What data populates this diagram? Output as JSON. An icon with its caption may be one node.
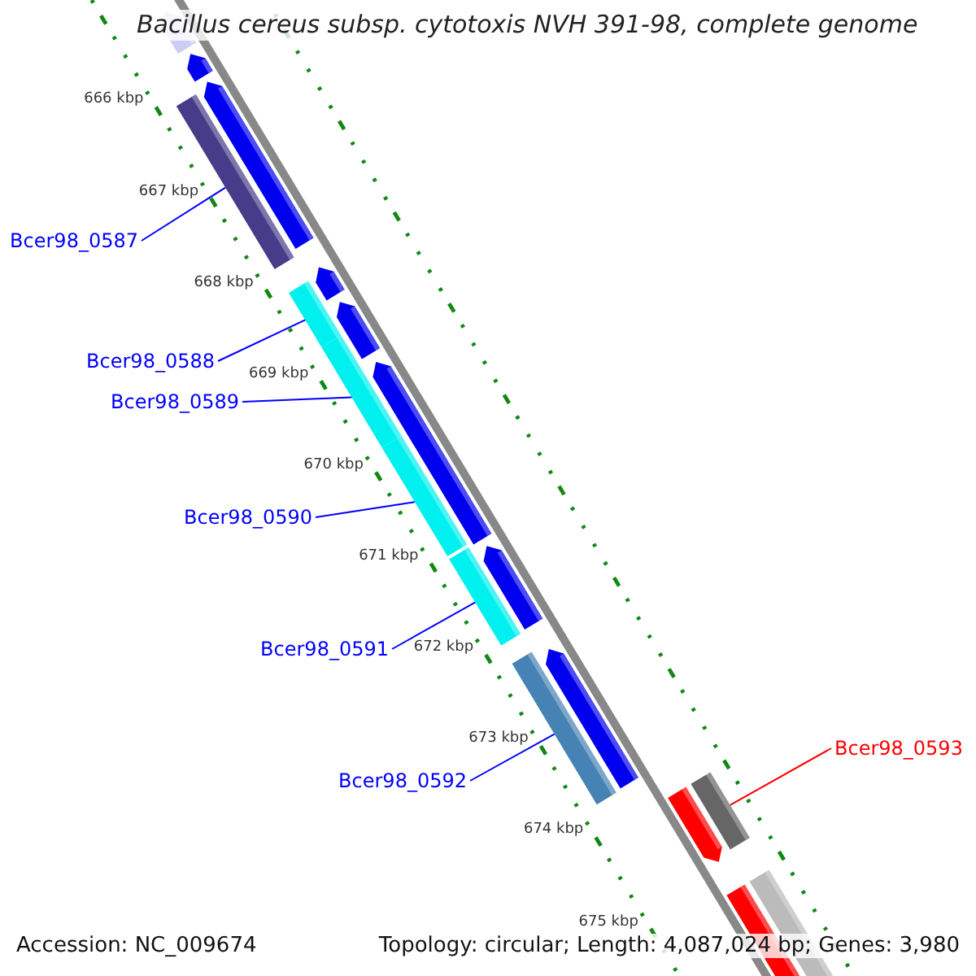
{
  "diagram": {
    "title": "Bacillus cereus subsp. cytotoxis NVH 391-98, complete genome",
    "nodes": [
      {
        "text": [
          "Bcer98_0587"
        ]
      },
      {
        "text": [
          "Bcer98_0588"
        ]
      },
      {
        "text": [
          "Bcer98_0589"
        ]
      },
      {
        "text": [
          "Bcer98_0590"
        ]
      },
      {
        "text": [
          "Bcer98_0591"
        ]
      },
      {
        "text": [
          "Bcer98_0592"
        ]
      },
      {
        "text": [
          "Bcer98_0593"
        ]
      },
      {
        "text": [],
        "shape": "bar"
      },
      {
        "text": [],
        "shape": "bar"
      },
      {
        "text": [],
        "shape": "bar"
      },
      {
        "text": [],
        "shape": "bar"
      },
      {
        "text": [],
        "shape": "bar"
      },
      {
        "text": [],
        "shape": "bar"
      },
      {
        "text": [],
        "shape": "bar"
      }
    ],
    "edges": [
      {
        "from": 0,
        "to": 7,
        "arrow": "none"
      },
      {
        "from": 1,
        "to": 8,
        "arrow": "none"
      },
      {
        "from": 2,
        "to": 9,
        "arrow": "none"
      },
      {
        "from": 3,
        "to": 10,
        "arrow": "none"
      },
      {
        "from": 4,
        "to": 11,
        "arrow": "none"
      },
      {
        "from": 5,
        "to": 12,
        "arrow": "none"
      },
      {
        "from": 6,
        "to": 13,
        "arrow": "none",
        "color": "#ff0000"
      }
    ],
    "labels": [
      "666 kbp",
      "667 kbp",
      "668 kbp",
      "669 kbp",
      "670 kbp",
      "671 kbp",
      "672 kbp",
      "673 kbp",
      "674 kbp",
      "675 kbp",
      "Accession: NC_009674",
      "Topology: circular; Length: 4,087,024 bp; Genes: 3,980"
    ]
  }
}
